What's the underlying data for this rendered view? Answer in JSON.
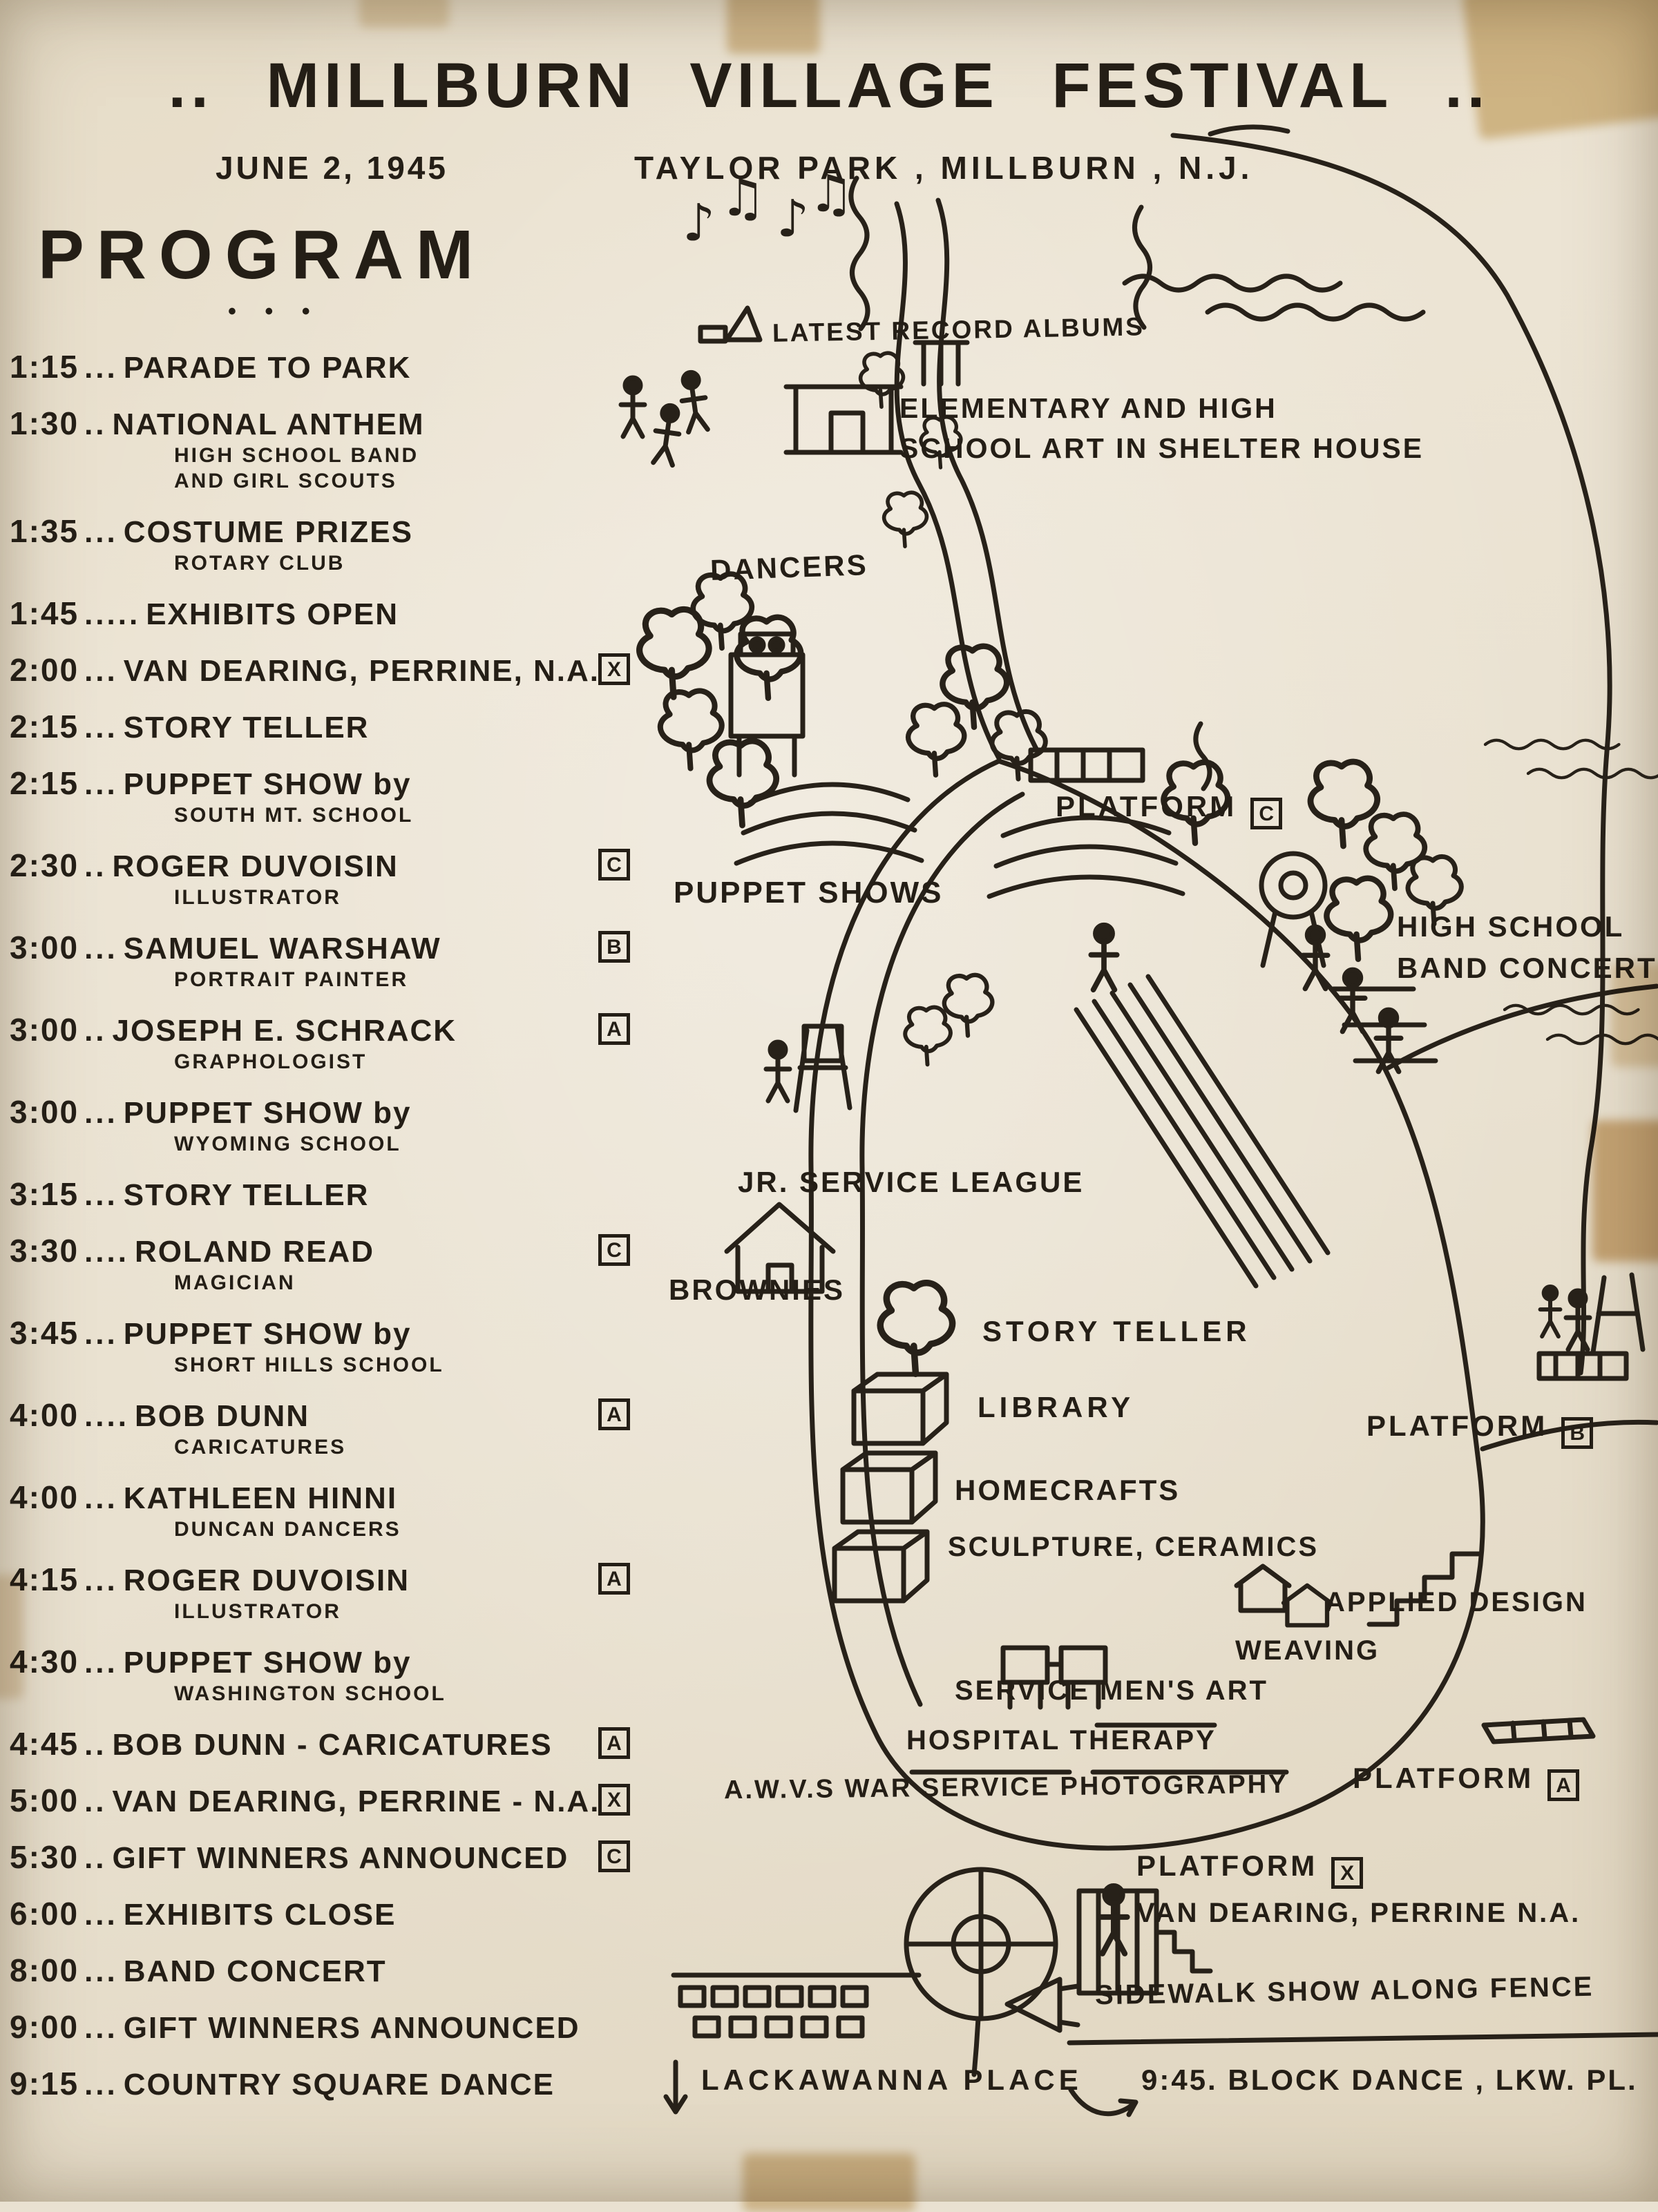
{
  "header": {
    "title": ".. MILLBURN  VILLAGE  FESTIVAL ..",
    "date": "JUNE 2, 1945",
    "location": "TAYLOR PARK ,  MILLBURN , N.J."
  },
  "colors": {
    "paper": "#e9e1d1",
    "ink": "#241e16",
    "tape": "#c6a260"
  },
  "program": {
    "heading": "PROGRAM",
    "dots": "• • •",
    "items": [
      {
        "time": "1:15",
        "sep": "...",
        "title": "PARADE TO PARK",
        "sub": "",
        "badge": ""
      },
      {
        "time": "1:30",
        "sep": "..",
        "title": "NATIONAL ANTHEM",
        "sub": "HIGH SCHOOL BAND\nAND GIRL SCOUTS",
        "badge": ""
      },
      {
        "time": "1:35",
        "sep": "...",
        "title": "COSTUME PRIZES",
        "sub": "ROTARY CLUB",
        "badge": ""
      },
      {
        "time": "1:45",
        "sep": ".....",
        "title": "EXHIBITS OPEN",
        "sub": "",
        "badge": ""
      },
      {
        "time": "2:00",
        "sep": "...",
        "title": "VAN DEARING, PERRINE, N.A.",
        "sub": "",
        "badge": "X"
      },
      {
        "time": "2:15",
        "sep": "...",
        "title": "STORY TELLER",
        "sub": "",
        "badge": ""
      },
      {
        "time": "2:15",
        "sep": "...",
        "title": "PUPPET SHOW by",
        "sub": "SOUTH MT. SCHOOL",
        "badge": ""
      },
      {
        "time": "2:30",
        "sep": "..",
        "title": "ROGER DUVOISIN",
        "sub": "ILLUSTRATOR",
        "badge": "C"
      },
      {
        "time": "3:00",
        "sep": "...",
        "title": "SAMUEL WARSHAW",
        "sub": "PORTRAIT PAINTER",
        "badge": "B"
      },
      {
        "time": "3:00",
        "sep": "..",
        "title": "JOSEPH E. SCHRACK",
        "sub": "GRAPHOLOGIST",
        "badge": "A"
      },
      {
        "time": "3:00",
        "sep": "...",
        "title": "PUPPET SHOW by",
        "sub": "WYOMING SCHOOL",
        "badge": ""
      },
      {
        "time": "3:15",
        "sep": "...",
        "title": "STORY TELLER",
        "sub": "",
        "badge": ""
      },
      {
        "time": "3:30",
        "sep": "....",
        "title": "ROLAND READ",
        "sub": "MAGICIAN",
        "badge": "C"
      },
      {
        "time": "3:45",
        "sep": "...",
        "title": "PUPPET SHOW by",
        "sub": "SHORT HILLS SCHOOL",
        "badge": ""
      },
      {
        "time": "4:00",
        "sep": "....",
        "title": "BOB DUNN",
        "sub": "CARICATURES",
        "badge": "A"
      },
      {
        "time": "4:00",
        "sep": "...",
        "title": "KATHLEEN HINNI",
        "sub": "DUNCAN DANCERS",
        "badge": ""
      },
      {
        "time": "4:15",
        "sep": "...",
        "title": "ROGER DUVOISIN",
        "sub": "ILLUSTRATOR",
        "badge": "A"
      },
      {
        "time": "4:30",
        "sep": "...",
        "title": "PUPPET SHOW by",
        "sub": "WASHINGTON SCHOOL",
        "badge": ""
      },
      {
        "time": "4:45",
        "sep": "..",
        "title": "BOB DUNN - CARICATURES",
        "sub": "",
        "badge": "A"
      },
      {
        "time": "5:00",
        "sep": "..",
        "title": "VAN DEARING, PERRINE - N.A.",
        "sub": "",
        "badge": "X"
      },
      {
        "time": "5:30",
        "sep": "..",
        "title": "GIFT WINNERS ANNOUNCED",
        "sub": "",
        "badge": "C"
      },
      {
        "time": "6:00",
        "sep": "...",
        "title": "EXHIBITS CLOSE",
        "sub": "",
        "badge": ""
      },
      {
        "time": "8:00",
        "sep": "...",
        "title": "BAND CONCERT",
        "sub": "",
        "badge": ""
      },
      {
        "time": "9:00",
        "sep": "...",
        "title": "GIFT WINNERS ANNOUNCED",
        "sub": "",
        "badge": ""
      },
      {
        "time": "9:15",
        "sep": "...",
        "title": "COUNTRY SQUARE DANCE",
        "sub": "",
        "badge": ""
      }
    ]
  },
  "map": {
    "labels": [
      {
        "text": "LATEST RECORD ALBUMS",
        "badge": ""
      },
      {
        "text": "ELEMENTARY AND HIGH\nSCHOOL ART IN SHELTER HOUSE",
        "badge": ""
      },
      {
        "text": "DANCERS",
        "badge": ""
      },
      {
        "text": "PLATFORM",
        "badge": "C"
      },
      {
        "text": "PUPPET SHOWS",
        "badge": ""
      },
      {
        "text": "HIGH SCHOOL\nBAND CONCERT",
        "badge": ""
      },
      {
        "text": "JR. SERVICE LEAGUE",
        "badge": ""
      },
      {
        "text": "BROWNIES",
        "badge": ""
      },
      {
        "text": "STORY TELLER",
        "badge": ""
      },
      {
        "text": "LIBRARY",
        "badge": ""
      },
      {
        "text": "HOMECRAFTS",
        "badge": ""
      },
      {
        "text": "SCULPTURE, CERAMICS",
        "badge": ""
      },
      {
        "text": "APPLIED DESIGN",
        "badge": ""
      },
      {
        "text": "WEAVING",
        "badge": ""
      },
      {
        "text": "SERVICE MEN'S ART",
        "badge": ""
      },
      {
        "text": "HOSPITAL THERAPY",
        "badge": ""
      },
      {
        "text": "A.W.V.S WAR SERVICE PHOTOGRAPHY",
        "badge": ""
      },
      {
        "text": "PLATFORM",
        "badge": "B"
      },
      {
        "text": "PLATFORM",
        "badge": "A"
      },
      {
        "text": "PLATFORM",
        "badge": "X"
      },
      {
        "text": "VAN DEARING, PERRINE N.A.",
        "badge": ""
      },
      {
        "text": "SIDEWALK SHOW ALONG FENCE",
        "badge": ""
      },
      {
        "text": "LACKAWANNA PLACE",
        "badge": ""
      },
      {
        "text": "9:45. BLOCK DANCE , LKW. PL.",
        "badge": ""
      }
    ]
  }
}
